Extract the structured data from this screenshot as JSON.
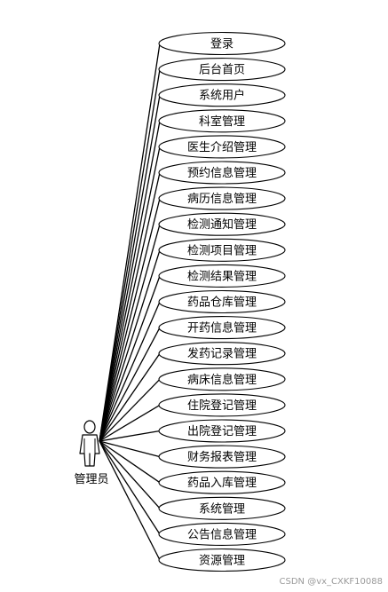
{
  "actor": {
    "label": "管理员"
  },
  "use_cases": [
    "登录",
    "后台首页",
    "系统用户",
    "科室管理",
    "医生介绍管理",
    "预约信息管理",
    "病历信息管理",
    "检测通知管理",
    "检测项目管理",
    "检测结果管理",
    "药品仓库管理",
    "开药信息管理",
    "发药记录管理",
    "病床信息管理",
    "住院登记管理",
    "出院登记管理",
    "财务报表管理",
    "药品入库管理",
    "系统管理",
    "公告信息管理",
    "资源管理"
  ],
  "watermark": "CSDN @vx_CXKF10088",
  "colors": {
    "line": "#000000",
    "ellipse_fill": "#ffffff",
    "ellipse_stroke": "#000000"
  }
}
